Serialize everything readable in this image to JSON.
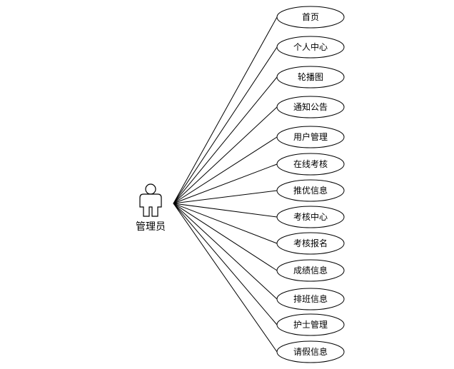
{
  "actor": {
    "name": "管理员",
    "icon": "stick-figure-actor-icon"
  },
  "use_cases": [
    "首页",
    "个人中心",
    "轮播图",
    "通知公告",
    "用户管理",
    "在线考核",
    "推优信息",
    "考核中心",
    "考核报名",
    "成绩信息",
    "排班信息",
    "护士管理",
    "请假信息"
  ],
  "colors": {
    "stroke": "#000000",
    "background": "#ffffff"
  }
}
